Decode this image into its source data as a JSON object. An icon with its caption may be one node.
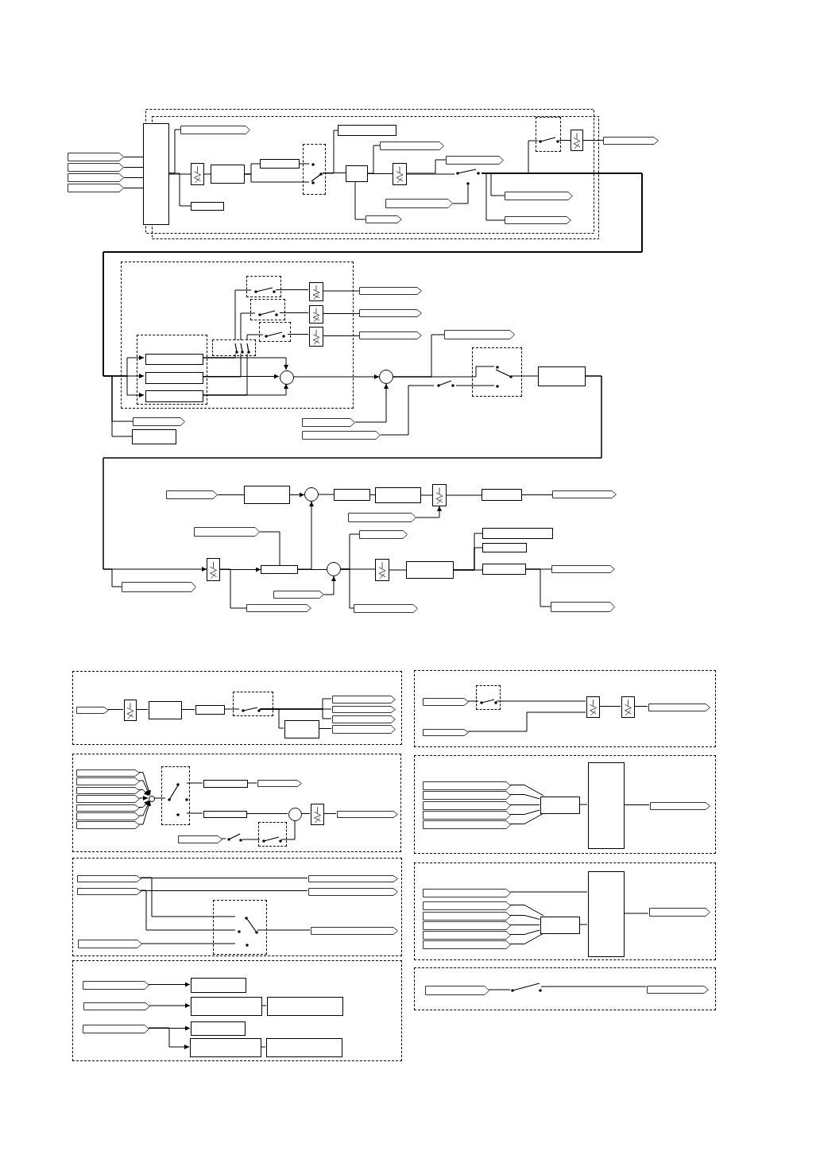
{
  "diagram": {
    "nodes": [
      {
        "text": [],
        "shape": "frame"
      },
      {
        "text": [],
        "shape": "tag"
      },
      {
        "text": [],
        "shape": "tag"
      },
      {
        "text": [],
        "shape": "tag"
      },
      {
        "text": [],
        "shape": "tag"
      },
      {
        "text": [],
        "shape": "box",
        "in": 0
      },
      {
        "text": [],
        "shape": "tag",
        "in": 0
      },
      {
        "text": [],
        "shape": "symbol",
        "in": 0
      },
      {
        "text": [],
        "shape": "box",
        "in": 0
      },
      {
        "text": [],
        "shape": "box",
        "in": 0
      },
      {
        "text": [],
        "shape": "box",
        "in": 0
      },
      {
        "text": [],
        "shape": "frame",
        "in": 0
      },
      {
        "text": [],
        "shape": "switch",
        "in": 11
      },
      {
        "text": [],
        "shape": "box",
        "in": 0
      },
      {
        "text": [],
        "shape": "box",
        "in": 0
      },
      {
        "text": [],
        "shape": "tag",
        "in": 0
      },
      {
        "text": [],
        "shape": "symbol",
        "in": 0
      },
      {
        "text": [],
        "shape": "tag",
        "in": 0
      },
      {
        "text": [],
        "shape": "switch",
        "in": 0
      },
      {
        "text": [],
        "shape": "tag",
        "in": 0
      },
      {
        "text": [],
        "shape": "tag",
        "in": 0
      },
      {
        "text": [],
        "shape": "tag",
        "in": 0
      },
      {
        "text": [],
        "shape": "tag",
        "in": 0
      },
      {
        "text": [],
        "shape": "frame",
        "in": 0
      },
      {
        "text": [],
        "shape": "switch",
        "in": 23
      },
      {
        "text": [],
        "shape": "symbol",
        "in": 0
      },
      {
        "text": [],
        "shape": "tag"
      },
      {
        "text": [],
        "shape": "frame"
      },
      {
        "text": [],
        "shape": "frame",
        "in": 27
      },
      {
        "text": [],
        "shape": "box",
        "in": 28
      },
      {
        "text": [],
        "shape": "box",
        "in": 28
      },
      {
        "text": [],
        "shape": "box",
        "in": 28
      },
      {
        "text": [],
        "shape": "circle",
        "in": 27
      },
      {
        "text": [],
        "shape": "frame",
        "in": 27
      },
      {
        "text": [],
        "shape": "switch",
        "in": 33
      },
      {
        "text": [],
        "shape": "frame",
        "in": 27
      },
      {
        "text": [],
        "shape": "switch",
        "in": 35
      },
      {
        "text": [],
        "shape": "frame",
        "in": 27
      },
      {
        "text": [],
        "shape": "switch",
        "in": 37
      },
      {
        "text": [],
        "shape": "symbol",
        "in": 27
      },
      {
        "text": [],
        "shape": "symbol",
        "in": 27
      },
      {
        "text": [],
        "shape": "symbol",
        "in": 27
      },
      {
        "text": [],
        "shape": "tag"
      },
      {
        "text": [],
        "shape": "tag"
      },
      {
        "text": [],
        "shape": "tag"
      },
      {
        "text": [],
        "shape": "frame",
        "in": 27
      },
      {
        "text": [],
        "shape": "switch",
        "in": 45
      },
      {
        "text": [],
        "shape": "circle"
      },
      {
        "text": [],
        "shape": "tag"
      },
      {
        "text": [],
        "shape": "frame"
      },
      {
        "text": [],
        "shape": "switch",
        "in": 49
      },
      {
        "text": [],
        "shape": "switch"
      },
      {
        "text": [],
        "shape": "box"
      },
      {
        "text": [],
        "shape": "tag"
      },
      {
        "text": [],
        "shape": "box"
      },
      {
        "text": [],
        "shape": "tag"
      },
      {
        "text": [],
        "shape": "tag"
      },
      {
        "text": [],
        "shape": "tag"
      },
      {
        "text": [],
        "shape": "box"
      },
      {
        "text": [],
        "shape": "circle"
      },
      {
        "text": [],
        "shape": "box"
      },
      {
        "text": [],
        "shape": "box"
      },
      {
        "text": [],
        "shape": "symbol"
      },
      {
        "text": [],
        "shape": "box"
      },
      {
        "text": [],
        "shape": "tag"
      },
      {
        "text": [],
        "shape": "tag"
      },
      {
        "text": [],
        "shape": "tag"
      },
      {
        "text": [],
        "shape": "symbol"
      },
      {
        "text": [],
        "shape": "box"
      },
      {
        "text": [],
        "shape": "circle"
      },
      {
        "text": [],
        "shape": "tag"
      },
      {
        "text": [],
        "shape": "tag"
      },
      {
        "text": [],
        "shape": "tag"
      },
      {
        "text": [],
        "shape": "tag"
      },
      {
        "text": [],
        "shape": "tag"
      },
      {
        "text": [],
        "shape": "symbol"
      },
      {
        "text": [],
        "shape": "box"
      },
      {
        "text": [],
        "shape": "box"
      },
      {
        "text": [],
        "shape": "box"
      },
      {
        "text": [],
        "shape": "box"
      },
      {
        "text": [],
        "shape": "tag"
      },
      {
        "text": [],
        "shape": "tag"
      },
      {
        "text": [],
        "shape": "frame"
      },
      {
        "text": [],
        "shape": "tag",
        "in": 82
      },
      {
        "text": [],
        "shape": "symbol",
        "in": 82
      },
      {
        "text": [],
        "shape": "box",
        "in": 82
      },
      {
        "text": [],
        "shape": "box",
        "in": 82
      },
      {
        "text": [],
        "shape": "frame",
        "in": 82
      },
      {
        "text": [],
        "shape": "switch",
        "in": 87
      },
      {
        "text": [],
        "shape": "box",
        "in": 82
      },
      {
        "text": [],
        "shape": "tag",
        "in": 82
      },
      {
        "text": [],
        "shape": "tag",
        "in": 82
      },
      {
        "text": [],
        "shape": "tag",
        "in": 82
      },
      {
        "text": [],
        "shape": "tag",
        "in": 82
      },
      {
        "text": [],
        "shape": "frame"
      },
      {
        "text": [],
        "shape": "tag",
        "in": 94
      },
      {
        "text": [],
        "shape": "tag",
        "in": 94
      },
      {
        "text": [],
        "shape": "tag",
        "in": 94
      },
      {
        "text": [],
        "shape": "tag",
        "in": 94
      },
      {
        "text": [],
        "shape": "tag",
        "in": 94
      },
      {
        "text": [],
        "shape": "tag",
        "in": 94
      },
      {
        "text": [],
        "shape": "tag",
        "in": 94
      },
      {
        "text": [],
        "shape": "circle",
        "in": 94
      },
      {
        "text": [],
        "shape": "frame",
        "in": 94
      },
      {
        "text": [],
        "shape": "switch",
        "in": 103
      },
      {
        "text": [],
        "shape": "box",
        "in": 94
      },
      {
        "text": [],
        "shape": "tag",
        "in": 94
      },
      {
        "text": [],
        "shape": "box",
        "in": 94
      },
      {
        "text": [],
        "shape": "circle",
        "in": 94
      },
      {
        "text": [],
        "shape": "symbol",
        "in": 94
      },
      {
        "text": [],
        "shape": "tag",
        "in": 94
      },
      {
        "text": [],
        "shape": "tag",
        "in": 94
      },
      {
        "text": [],
        "shape": "switch",
        "in": 94
      },
      {
        "text": [],
        "shape": "frame",
        "in": 94
      },
      {
        "text": [],
        "shape": "switch",
        "in": 113
      },
      {
        "text": [],
        "shape": "frame"
      },
      {
        "text": [],
        "shape": "tag",
        "in": 115
      },
      {
        "text": [],
        "shape": "tag",
        "in": 115
      },
      {
        "text": [],
        "shape": "tag",
        "in": 115
      },
      {
        "text": [],
        "shape": "tag",
        "in": 115
      },
      {
        "text": [],
        "shape": "tag",
        "in": 115
      },
      {
        "text": [],
        "shape": "tag",
        "in": 115
      },
      {
        "text": [],
        "shape": "frame",
        "in": 115
      },
      {
        "text": [],
        "shape": "switch",
        "in": 122
      },
      {
        "text": [],
        "shape": "frame"
      },
      {
        "text": [],
        "shape": "tag",
        "in": 124
      },
      {
        "text": [],
        "shape": "tag",
        "in": 124
      },
      {
        "text": [],
        "shape": "tag",
        "in": 124
      },
      {
        "text": [],
        "shape": "box",
        "in": 124
      },
      {
        "text": [],
        "shape": "box",
        "in": 124
      },
      {
        "text": [],
        "shape": "box",
        "in": 124
      },
      {
        "text": [],
        "shape": "box",
        "in": 124
      },
      {
        "text": [],
        "shape": "box",
        "in": 124
      },
      {
        "text": [],
        "shape": "box",
        "in": 124
      },
      {
        "text": [],
        "shape": "frame"
      },
      {
        "text": [],
        "shape": "tag",
        "in": 134
      },
      {
        "text": [],
        "shape": "frame",
        "in": 134
      },
      {
        "text": [],
        "shape": "switch",
        "in": 136
      },
      {
        "text": [],
        "shape": "tag",
        "in": 134
      },
      {
        "text": [],
        "shape": "symbol",
        "in": 134
      },
      {
        "text": [],
        "shape": "symbol",
        "in": 134
      },
      {
        "text": [],
        "shape": "tag",
        "in": 134
      },
      {
        "text": [],
        "shape": "frame"
      },
      {
        "text": [],
        "shape": "tag",
        "in": 142
      },
      {
        "text": [],
        "shape": "tag",
        "in": 142
      },
      {
        "text": [],
        "shape": "tag",
        "in": 142
      },
      {
        "text": [],
        "shape": "tag",
        "in": 142
      },
      {
        "text": [],
        "shape": "tag",
        "in": 142
      },
      {
        "text": [],
        "shape": "box",
        "in": 142
      },
      {
        "text": [],
        "shape": "box",
        "in": 142
      },
      {
        "text": [],
        "shape": "tag",
        "in": 142
      },
      {
        "text": [],
        "shape": "frame"
      },
      {
        "text": [],
        "shape": "tag",
        "in": 151
      },
      {
        "text": [],
        "shape": "tag",
        "in": 151
      },
      {
        "text": [],
        "shape": "tag",
        "in": 151
      },
      {
        "text": [],
        "shape": "tag",
        "in": 151
      },
      {
        "text": [],
        "shape": "tag",
        "in": 151
      },
      {
        "text": [],
        "shape": "tag",
        "in": 151
      },
      {
        "text": [],
        "shape": "box",
        "in": 151
      },
      {
        "text": [],
        "shape": "box",
        "in": 151
      },
      {
        "text": [],
        "shape": "tag",
        "in": 151
      },
      {
        "text": [],
        "shape": "frame"
      },
      {
        "text": [],
        "shape": "tag",
        "in": 161
      },
      {
        "text": [],
        "shape": "switch",
        "in": 161
      },
      {
        "text": [],
        "shape": "tag",
        "in": 161
      }
    ],
    "edges": [
      {
        "from": 1,
        "to": 5,
        "arrow": "none"
      },
      {
        "from": 2,
        "to": 5,
        "arrow": "none"
      },
      {
        "from": 3,
        "to": 5,
        "arrow": "none"
      },
      {
        "from": 4,
        "to": 5,
        "arrow": "none"
      },
      {
        "from": 5,
        "to": 6,
        "arrow": "none"
      },
      {
        "from": 5,
        "to": 7,
        "arrow": "none"
      },
      {
        "from": 5,
        "to": 8,
        "arrow": "none"
      },
      {
        "from": 7,
        "to": 9,
        "arrow": "none"
      },
      {
        "from": 9,
        "to": 10,
        "arrow": "none"
      },
      {
        "from": 9,
        "to": 12,
        "arrow": "none"
      },
      {
        "from": 10,
        "to": 12,
        "arrow": "none"
      },
      {
        "from": 12,
        "to": 13,
        "arrow": "none"
      },
      {
        "from": 12,
        "to": 14,
        "arrow": "none"
      },
      {
        "from": 13,
        "to": 15,
        "arrow": "none"
      },
      {
        "from": 13,
        "to": 16,
        "arrow": "none"
      },
      {
        "from": 13,
        "to": 20,
        "arrow": "none"
      },
      {
        "from": 16,
        "to": 18,
        "arrow": "none"
      },
      {
        "from": 16,
        "to": 17,
        "arrow": "none"
      },
      {
        "from": 19,
        "to": 18,
        "arrow": "none"
      },
      {
        "from": 18,
        "to": 21,
        "arrow": "none"
      },
      {
        "from": 18,
        "to": 22,
        "arrow": "none"
      },
      {
        "from": 18,
        "to": 24,
        "arrow": "none"
      },
      {
        "from": 24,
        "to": 25,
        "arrow": "none"
      },
      {
        "from": 25,
        "to": 26,
        "arrow": "none"
      },
      {
        "from": 18,
        "to": 29,
        "arrow": "to"
      },
      {
        "from": 18,
        "to": 30,
        "arrow": "to"
      },
      {
        "from": 18,
        "to": 31,
        "arrow": "to"
      },
      {
        "from": 18,
        "to": 53,
        "arrow": "none"
      },
      {
        "from": 18,
        "to": 54,
        "arrow": "none"
      },
      {
        "from": 29,
        "to": 32,
        "arrow": "to"
      },
      {
        "from": 30,
        "to": 32,
        "arrow": "to"
      },
      {
        "from": 31,
        "to": 32,
        "arrow": "to"
      },
      {
        "from": 29,
        "to": 46,
        "arrow": "none"
      },
      {
        "from": 30,
        "to": 46,
        "arrow": "none"
      },
      {
        "from": 31,
        "to": 46,
        "arrow": "none"
      },
      {
        "from": 46,
        "to": 34,
        "arrow": "none"
      },
      {
        "from": 46,
        "to": 36,
        "arrow": "none"
      },
      {
        "from": 46,
        "to": 38,
        "arrow": "none"
      },
      {
        "from": 34,
        "to": 39,
        "arrow": "none"
      },
      {
        "from": 36,
        "to": 40,
        "arrow": "none"
      },
      {
        "from": 38,
        "to": 41,
        "arrow": "none"
      },
      {
        "from": 39,
        "to": 42,
        "arrow": "none"
      },
      {
        "from": 40,
        "to": 43,
        "arrow": "none"
      },
      {
        "from": 41,
        "to": 44,
        "arrow": "none"
      },
      {
        "from": 32,
        "to": 47,
        "arrow": "to"
      },
      {
        "from": 47,
        "to": 48,
        "arrow": "none"
      },
      {
        "from": 47,
        "to": 50,
        "arrow": "none"
      },
      {
        "from": 55,
        "to": 47,
        "arrow": "to"
      },
      {
        "from": 56,
        "to": 51,
        "arrow": "none"
      },
      {
        "from": 51,
        "to": 50,
        "arrow": "none"
      },
      {
        "from": 50,
        "to": 52,
        "arrow": "none"
      },
      {
        "from": 52,
        "to": 67,
        "arrow": "to"
      },
      {
        "from": 52,
        "to": 70,
        "arrow": "none"
      },
      {
        "from": 67,
        "to": 68,
        "arrow": "to"
      },
      {
        "from": 67,
        "to": 71,
        "arrow": "none"
      },
      {
        "from": 66,
        "to": 68,
        "arrow": "none"
      },
      {
        "from": 68,
        "to": 69,
        "arrow": "none"
      },
      {
        "from": 68,
        "to": 59,
        "arrow": "to"
      },
      {
        "from": 72,
        "to": 69,
        "arrow": "to"
      },
      {
        "from": 69,
        "to": 73,
        "arrow": "none"
      },
      {
        "from": 69,
        "to": 74,
        "arrow": "none"
      },
      {
        "from": 69,
        "to": 75,
        "arrow": "none"
      },
      {
        "from": 75,
        "to": 76,
        "arrow": "none"
      },
      {
        "from": 76,
        "to": 77,
        "arrow": "none"
      },
      {
        "from": 76,
        "to": 78,
        "arrow": "none"
      },
      {
        "from": 76,
        "to": 79,
        "arrow": "none"
      },
      {
        "from": 79,
        "to": 80,
        "arrow": "none"
      },
      {
        "from": 79,
        "to": 81,
        "arrow": "none"
      },
      {
        "from": 57,
        "to": 58,
        "arrow": "none"
      },
      {
        "from": 58,
        "to": 59,
        "arrow": "to"
      },
      {
        "from": 59,
        "to": 60,
        "arrow": "none"
      },
      {
        "from": 60,
        "to": 61,
        "arrow": "none"
      },
      {
        "from": 61,
        "to": 62,
        "arrow": "none"
      },
      {
        "from": 62,
        "to": 63,
        "arrow": "none"
      },
      {
        "from": 63,
        "to": 64,
        "arrow": "none"
      },
      {
        "from": 65,
        "to": 62,
        "arrow": "to"
      },
      {
        "from": 83,
        "to": 84,
        "arrow": "none"
      },
      {
        "from": 84,
        "to": 85,
        "arrow": "none"
      },
      {
        "from": 85,
        "to": 86,
        "arrow": "none"
      },
      {
        "from": 86,
        "to": 88,
        "arrow": "none"
      },
      {
        "from": 88,
        "to": 90,
        "arrow": "none"
      },
      {
        "from": 88,
        "to": 91,
        "arrow": "none"
      },
      {
        "from": 88,
        "to": 92,
        "arrow": "none"
      },
      {
        "from": 88,
        "to": 89,
        "arrow": "none"
      },
      {
        "from": 89,
        "to": 93,
        "arrow": "none"
      },
      {
        "from": 95,
        "to": 102,
        "arrow": "to"
      },
      {
        "from": 96,
        "to": 102,
        "arrow": "to"
      },
      {
        "from": 97,
        "to": 102,
        "arrow": "to"
      },
      {
        "from": 98,
        "to": 102,
        "arrow": "to"
      },
      {
        "from": 99,
        "to": 102,
        "arrow": "to"
      },
      {
        "from": 100,
        "to": 102,
        "arrow": "to"
      },
      {
        "from": 101,
        "to": 102,
        "arrow": "to"
      },
      {
        "from": 102,
        "to": 104,
        "arrow": "none"
      },
      {
        "from": 104,
        "to": 105,
        "arrow": "none"
      },
      {
        "from": 104,
        "to": 107,
        "arrow": "none"
      },
      {
        "from": 105,
        "to": 106,
        "arrow": "none"
      },
      {
        "from": 107,
        "to": 108,
        "arrow": "none"
      },
      {
        "from": 108,
        "to": 109,
        "arrow": "none"
      },
      {
        "from": 109,
        "to": 110,
        "arrow": "none"
      },
      {
        "from": 111,
        "to": 112,
        "arrow": "none"
      },
      {
        "from": 112,
        "to": 114,
        "arrow": "none"
      },
      {
        "from": 114,
        "to": 108,
        "arrow": "none"
      },
      {
        "from": 116,
        "to": 119,
        "arrow": "none"
      },
      {
        "from": 117,
        "to": 120,
        "arrow": "none"
      },
      {
        "from": 116,
        "to": 123,
        "arrow": "none"
      },
      {
        "from": 117,
        "to": 123,
        "arrow": "none"
      },
      {
        "from": 118,
        "to": 123,
        "arrow": "none"
      },
      {
        "from": 123,
        "to": 121,
        "arrow": "none"
      },
      {
        "from": 125,
        "to": 128,
        "arrow": "to"
      },
      {
        "from": 126,
        "to": 129,
        "arrow": "to"
      },
      {
        "from": 127,
        "to": 131,
        "arrow": "to"
      },
      {
        "from": 127,
        "to": 132,
        "arrow": "to"
      },
      {
        "from": 129,
        "to": 130,
        "arrow": "none"
      },
      {
        "from": 132,
        "to": 133,
        "arrow": "none"
      },
      {
        "from": 135,
        "to": 137,
        "arrow": "none"
      },
      {
        "from": 137,
        "to": 139,
        "arrow": "none"
      },
      {
        "from": 138,
        "to": 139,
        "arrow": "none"
      },
      {
        "from": 139,
        "to": 140,
        "arrow": "none"
      },
      {
        "from": 140,
        "to": 141,
        "arrow": "none"
      },
      {
        "from": 143,
        "to": 148,
        "arrow": "none"
      },
      {
        "from": 144,
        "to": 148,
        "arrow": "none"
      },
      {
        "from": 145,
        "to": 148,
        "arrow": "none"
      },
      {
        "from": 146,
        "to": 148,
        "arrow": "none"
      },
      {
        "from": 147,
        "to": 148,
        "arrow": "none"
      },
      {
        "from": 148,
        "to": 149,
        "arrow": "none"
      },
      {
        "from": 149,
        "to": 150,
        "arrow": "none"
      },
      {
        "from": 152,
        "to": 159,
        "arrow": "none"
      },
      {
        "from": 153,
        "to": 158,
        "arrow": "none"
      },
      {
        "from": 154,
        "to": 158,
        "arrow": "none"
      },
      {
        "from": 155,
        "to": 158,
        "arrow": "none"
      },
      {
        "from": 156,
        "to": 158,
        "arrow": "none"
      },
      {
        "from": 157,
        "to": 158,
        "arrow": "none"
      },
      {
        "from": 158,
        "to": 159,
        "arrow": "none"
      },
      {
        "from": 159,
        "to": 160,
        "arrow": "none"
      },
      {
        "from": 162,
        "to": 163,
        "arrow": "none"
      },
      {
        "from": 163,
        "to": 164,
        "arrow": "none"
      }
    ]
  }
}
